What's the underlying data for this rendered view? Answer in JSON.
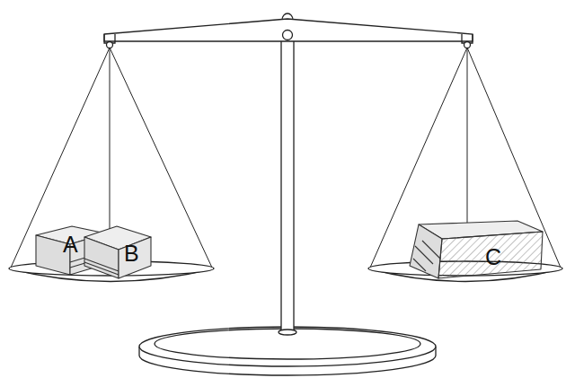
{
  "diagram": {
    "nodes": [
      {
        "text": [
          "A"
        ]
      },
      {
        "text": [
          "B"
        ]
      },
      {
        "text": [
          "C"
        ]
      }
    ]
  }
}
